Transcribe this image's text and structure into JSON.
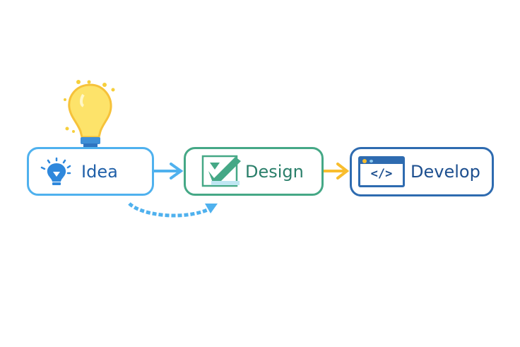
{
  "steps": [
    {
      "label": "Idea",
      "color": "#1f5fa8",
      "icon": "lightbulb-icon"
    },
    {
      "label": "Design",
      "color": "#2a7f6a",
      "icon": "pencil-sketch-icon"
    },
    {
      "label": "Develop",
      "color": "#1d4f8f",
      "icon": "code-window-icon"
    }
  ],
  "code_glyph": "</>",
  "colors": {
    "idea": "#4fb1ee",
    "design": "#45a886",
    "develop": "#2e6bb0",
    "arrow_yellow": "#f8bd2e",
    "bulb": "#fde36a"
  }
}
